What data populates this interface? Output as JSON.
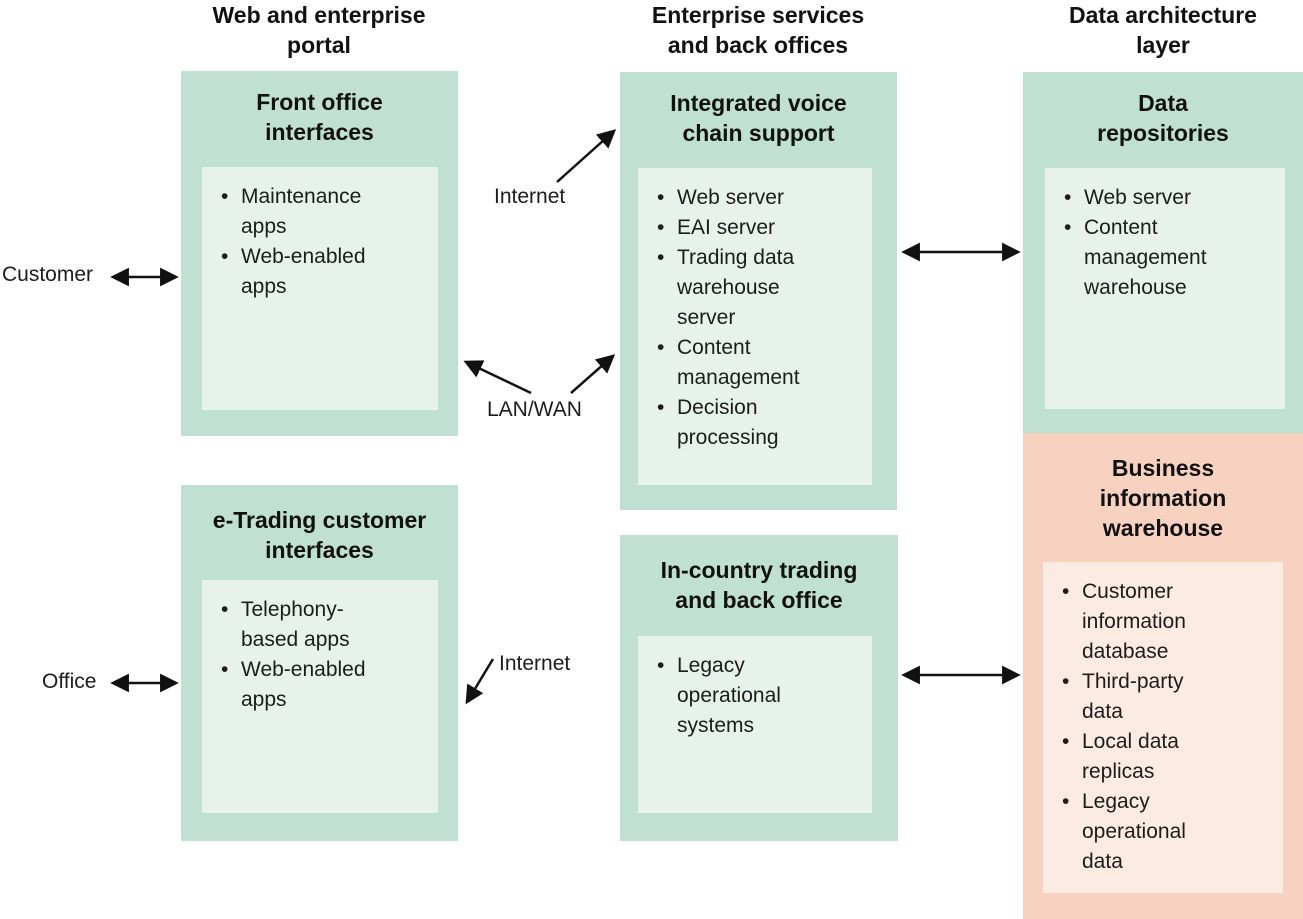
{
  "columns": [
    {
      "header": "Web and enterprise portal",
      "boxes": [
        {
          "title": "Front office interfaces",
          "items": [
            "Maintenance apps",
            "Web-enabled apps"
          ]
        },
        {
          "title": "e-Trading customer interfaces",
          "items": [
            "Telephony-based apps",
            "Web-enabled apps"
          ]
        }
      ]
    },
    {
      "header": "Enterprise services and back offices",
      "boxes": [
        {
          "title": "Integrated voice chain support",
          "items": [
            "Web server",
            "EAI server",
            "Trading data warehouse server",
            "Content management",
            "Decision processing"
          ]
        },
        {
          "title": "In-country trading and back office",
          "items": [
            "Legacy operational systems"
          ]
        }
      ]
    },
    {
      "header": "Data architecture layer",
      "boxes": [
        {
          "title": "Data repositories",
          "items": [
            "Web server",
            "Content management warehouse"
          ]
        },
        {
          "title": "Business information warehouse",
          "items": [
            "Customer information database",
            "Third-party data",
            "Local data replicas",
            "Legacy operational data"
          ]
        }
      ]
    }
  ],
  "labels": {
    "customer": "Customer",
    "office": "Office",
    "internet_top": "Internet",
    "lan_wan": "LAN/WAN",
    "internet_bottom": "Internet"
  },
  "colors": {
    "teal": "#bfe0d2",
    "teal_light": "#e7f2ed",
    "pink": "#f8d2c1",
    "pink_light": "#fcebe2",
    "text": "#1c1c1c",
    "arrow": "#111111"
  }
}
